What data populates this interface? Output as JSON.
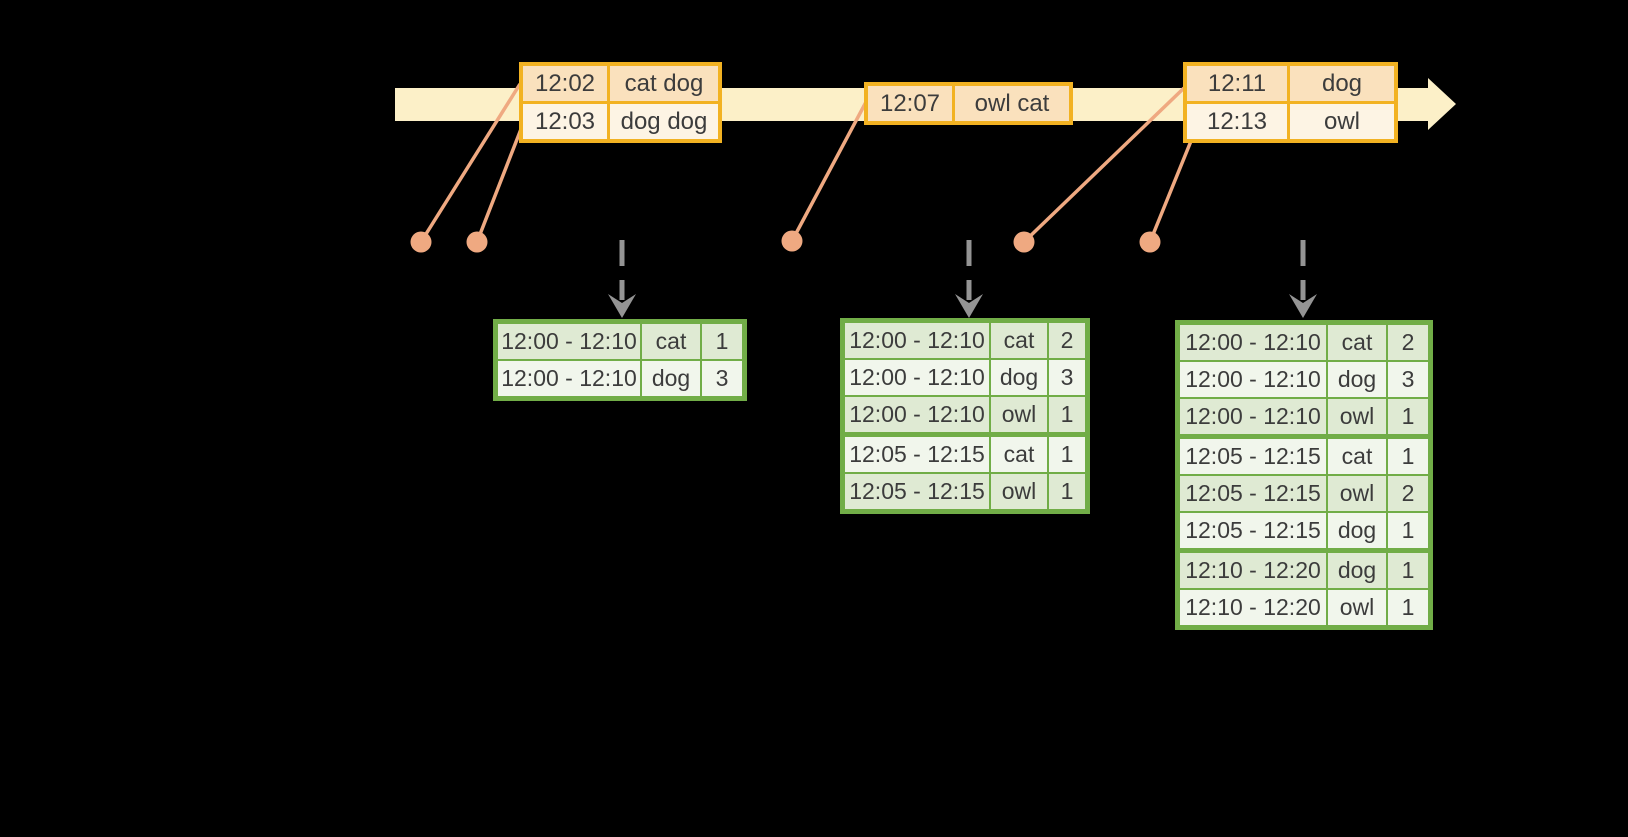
{
  "diagram": {
    "description": "event-time windowed word-count streaming diagram",
    "colors": {
      "background": "#000000",
      "timeline_fill": "#fcf0c8",
      "event_border": "#f2b222",
      "event_row_dark": "#fae1bd",
      "event_row_light": "#fdf4e4",
      "connector": "#efa981",
      "trigger_arrow": "#949494",
      "table_border": "#71ad47",
      "table_row_dark": "#dfead3",
      "table_row_light": "#f1f6ec",
      "text": "#3c3c3c"
    },
    "timeline": {
      "events": [
        {
          "id": "event-box-1202",
          "rows": [
            {
              "time": "12:02",
              "words": "cat dog"
            },
            {
              "time": "12:03",
              "words": "dog dog"
            }
          ]
        },
        {
          "id": "event-box-1207",
          "rows": [
            {
              "time": "12:07",
              "words": "owl cat"
            }
          ]
        },
        {
          "id": "event-box-1211",
          "rows": [
            {
              "time": "12:11",
              "words": "dog"
            },
            {
              "time": "12:13",
              "words": "owl"
            }
          ]
        }
      ]
    },
    "result_tables": [
      {
        "id": "result-table-1",
        "groups": [
          2
        ],
        "rows": [
          [
            "12:00 - 12:10",
            "cat",
            "1"
          ],
          [
            "12:00 - 12:10",
            "dog",
            "3"
          ]
        ]
      },
      {
        "id": "result-table-2",
        "groups": [
          3,
          2
        ],
        "rows": [
          [
            "12:00 - 12:10",
            "cat",
            "2"
          ],
          [
            "12:00 - 12:10",
            "dog",
            "3"
          ],
          [
            "12:00 - 12:10",
            "owl",
            "1"
          ],
          [
            "12:05 - 12:15",
            "cat",
            "1"
          ],
          [
            "12:05 - 12:15",
            "owl",
            "1"
          ]
        ]
      },
      {
        "id": "result-table-3",
        "groups": [
          3,
          3,
          2
        ],
        "rows": [
          [
            "12:00 - 12:10",
            "cat",
            "2"
          ],
          [
            "12:00 - 12:10",
            "dog",
            "3"
          ],
          [
            "12:00 - 12:10",
            "owl",
            "1"
          ],
          [
            "12:05 - 12:15",
            "cat",
            "1"
          ],
          [
            "12:05 - 12:15",
            "owl",
            "2"
          ],
          [
            "12:05 - 12:15",
            "dog",
            "1"
          ],
          [
            "12:10 - 12:20",
            "dog",
            "1"
          ],
          [
            "12:10 - 12:20",
            "owl",
            "1"
          ]
        ]
      }
    ]
  }
}
